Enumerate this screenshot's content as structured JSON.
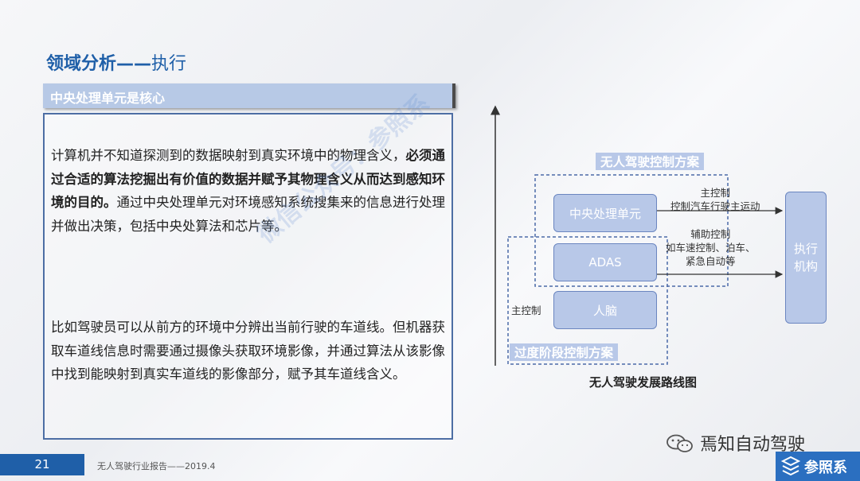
{
  "header": {
    "title_main": "领域分析",
    "title_dash": "——",
    "title_sub": "执行"
  },
  "subheading": "中央处理单元是核心",
  "body": {
    "p1_a": "计算机并不知道探测到的数据映射到真实环境中的物理含义，",
    "p1_bold": "必须通过合适的算法挖掘出有价值的数据并赋予其物理含义从而达到感知环境的目的。",
    "p1_c": "通过中央处理单元对环境感知系统搜集来的信息进行处理并做出决策，包括中央处算法和芯片等。",
    "p2": "比如驾驶员可以从前方的环境中分辨出当前行驶的车道线。但机器获取车道线信息时需要通过摄像头获取环境影像，并通过算法从该影像中找到能映射到真实车道线的影像部分，赋予其车道线含义。"
  },
  "watermark": "微信公众号：参照系",
  "diagram": {
    "scheme_top": "无人驾驶控制方案",
    "scheme_bottom": "过度阶段控制方案",
    "box_cpu": "中央处理单元",
    "box_adas": "ADAS",
    "box_brain": "人脑",
    "box_actuator": [
      "执行",
      "机构"
    ],
    "label_main_ctrl": [
      "主控制",
      "控制汽车行驶主运动"
    ],
    "label_aux_ctrl": [
      "辅助控制",
      "如车速控制、泊车、",
      "紧急自动等"
    ],
    "label_left_main": "主控制",
    "caption": "无人驾驶发展路线图"
  },
  "footer": {
    "page_number": "21",
    "report": "无人驾驶行业报告——2019.4",
    "wechat": "焉知自动驾驶",
    "logo_text": "参照系"
  },
  "colors": {
    "brand_blue": "#1f5fa8",
    "box_fill": "#b8c8e8",
    "box_border": "#6b86c0"
  }
}
